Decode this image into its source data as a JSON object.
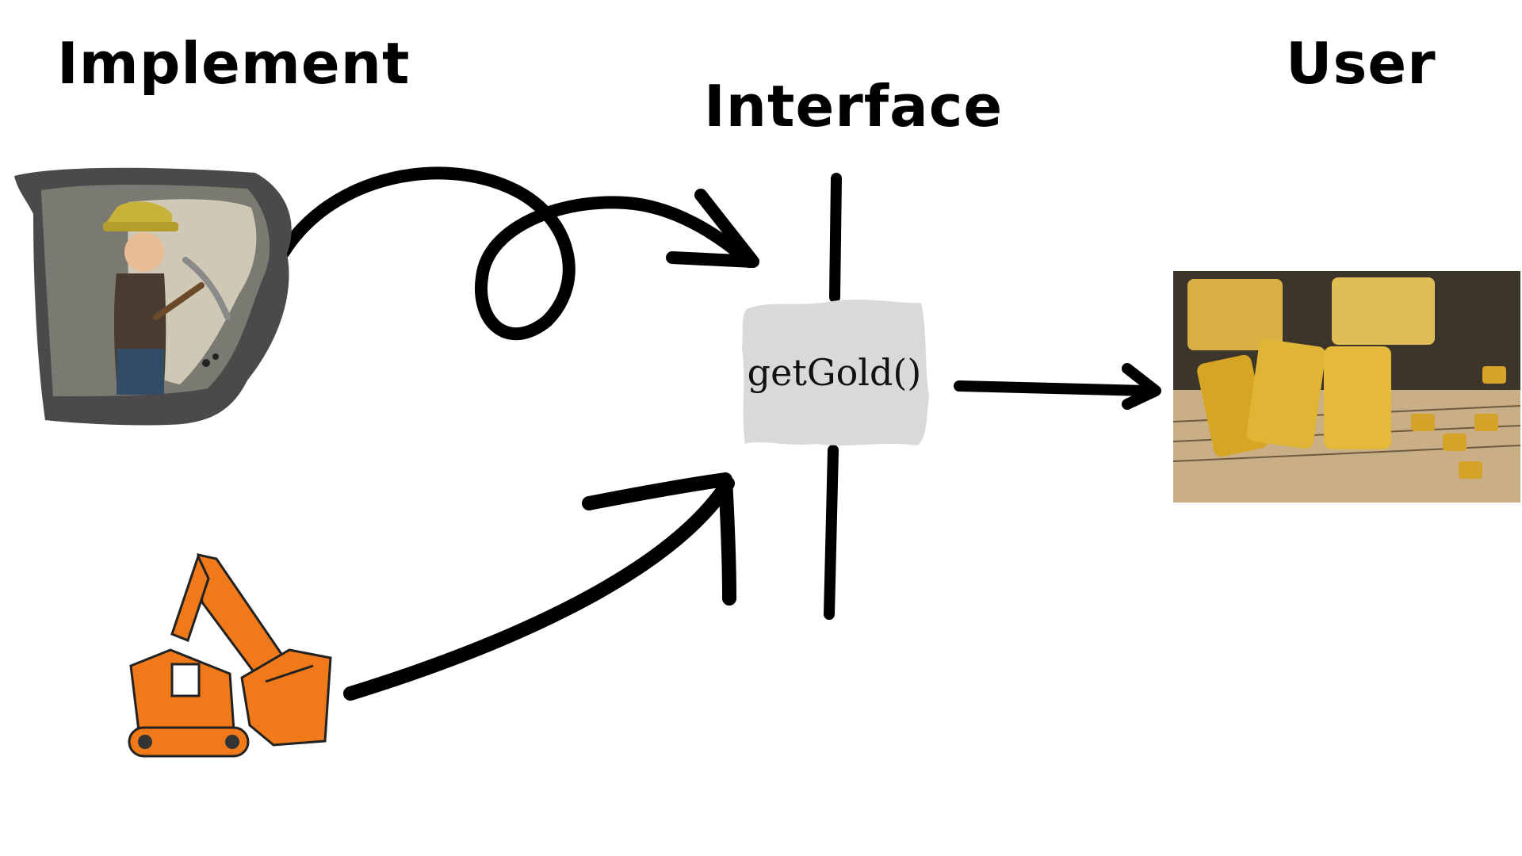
{
  "headings": {
    "implement": "Implement",
    "interface": "Interface",
    "user": "User"
  },
  "method": {
    "label": "getGold()"
  },
  "pictures": {
    "miner": "miner-with-pickaxe-icon",
    "excavator": "excavator-icon",
    "gold": "gold-bars-photo"
  },
  "colors": {
    "ink": "#000000",
    "method_box": "#d9d9d9",
    "excavator": "#f07a1a",
    "gold": "#d4a21c"
  }
}
